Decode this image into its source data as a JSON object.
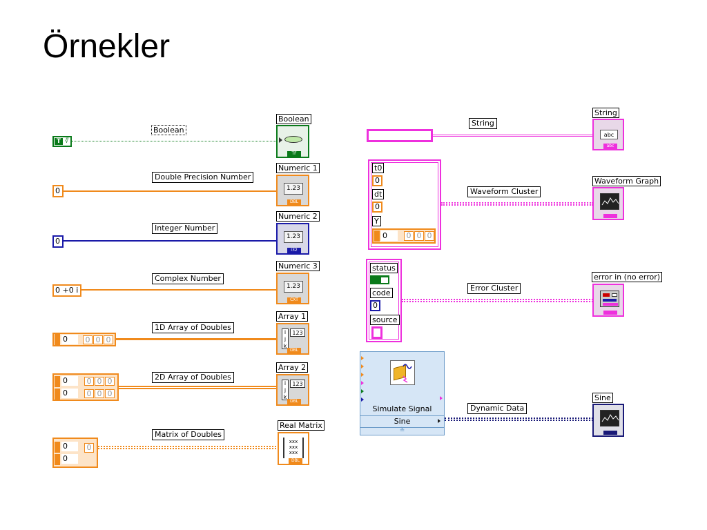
{
  "slide": {
    "title": "Örnekler"
  },
  "left": {
    "boolean": {
      "ctrl": "T",
      "wire_label": "Boolean",
      "ind_title": "Boolean",
      "type": "TF"
    },
    "double": {
      "ctrl": "0",
      "wire_label": "Double Precision Number",
      "ind_title": "Numeric 1",
      "ind_value": "1.23",
      "type": "DBL"
    },
    "integer": {
      "ctrl": "0",
      "wire_label": "Integer Number",
      "ind_title": "Numeric 2",
      "ind_value": "1.23",
      "type": "I32"
    },
    "complex": {
      "ctrl": "0 +0 i",
      "wire_label": "Complex Number",
      "ind_title": "Numeric 3",
      "ind_value": "1.23",
      "type": "CXT"
    },
    "array1": {
      "index": "0",
      "cells": [
        "0",
        "0",
        "0"
      ],
      "wire_label": "1D Array of Doubles",
      "ind_title": "Array 1",
      "type": "DBL"
    },
    "array2": {
      "index": [
        "0",
        "0"
      ],
      "cells": [
        "0",
        "0",
        "0",
        "0",
        "0",
        "0"
      ],
      "wire_label": "2D Array of Doubles",
      "ind_title": "Array 2",
      "type": "DBL"
    },
    "matrix": {
      "index": [
        "0",
        "0"
      ],
      "cell": "0",
      "wire_label": "Matrix of Doubles",
      "ind_title": "Real Matrix",
      "type": "DBL"
    }
  },
  "right": {
    "string": {
      "wire_label": "String",
      "ind_title": "String",
      "ind_value": "abc",
      "type": "abc"
    },
    "waveform": {
      "fields": [
        "t0",
        "0",
        "dt",
        "0",
        "Y"
      ],
      "y_index": "0",
      "y_cells": [
        "0",
        "0",
        "0"
      ],
      "wire_label": "Waveform Cluster",
      "ind_title": "Waveform Graph"
    },
    "error": {
      "fields": [
        "status",
        "code",
        "0",
        "source"
      ],
      "wire_label": "Error Cluster",
      "ind_title": "error in (no error)"
    },
    "dynamic": {
      "vi_name": "Simulate Signal",
      "vi_mode": "Sine",
      "wire_label": "Dynamic Data",
      "ind_title": "Sine"
    }
  },
  "colors": {
    "orange": "#f08a1c",
    "blue": "#1a1aa8",
    "green": "#0a7a1a",
    "pink": "#ee30dd",
    "navy": "#1a1a78"
  }
}
